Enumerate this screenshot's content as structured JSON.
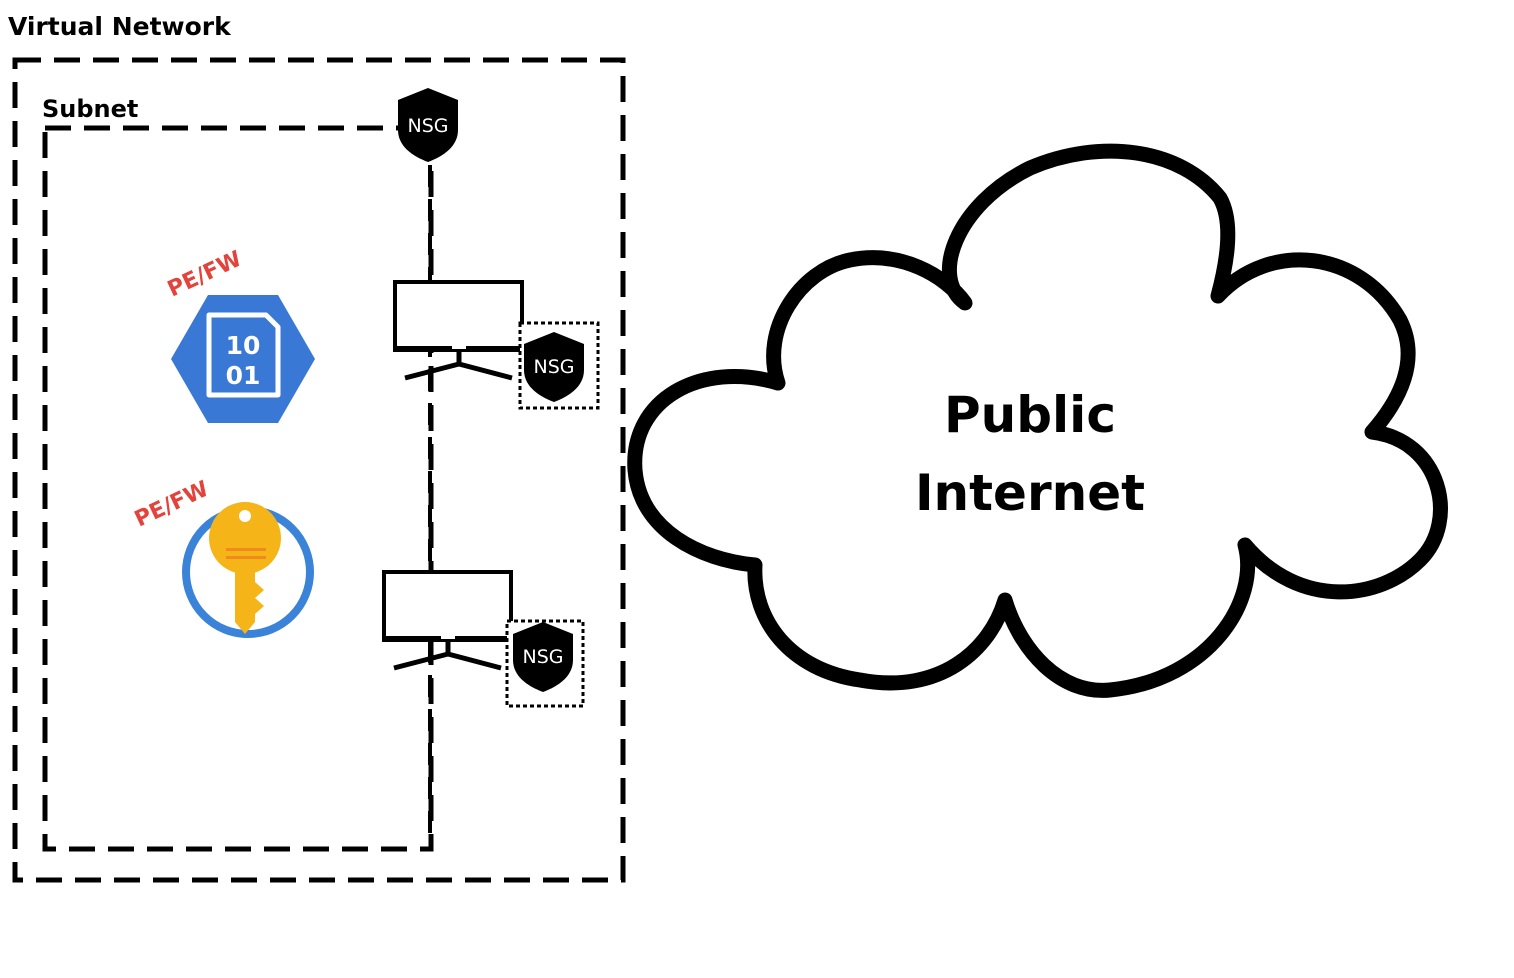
{
  "vnet": {
    "label": "Virtual Network"
  },
  "subnet": {
    "label": "Subnet"
  },
  "nsg_label": "NSG",
  "storage": {
    "icon": "azure-storage-blob-icon",
    "tag": "PE/FW",
    "glyph_line1": "10",
    "glyph_line2": "01"
  },
  "keyvault": {
    "icon": "azure-key-vault-icon",
    "tag": "PE/FW"
  },
  "vms": [
    {
      "icon": "monitor-icon",
      "nsg_label": "NSG"
    },
    {
      "icon": "monitor-icon",
      "nsg_label": "NSG"
    }
  ],
  "cloud": {
    "line1": "Public",
    "line2": "Internet"
  },
  "colors": {
    "pe_tag": "#e2433a",
    "storage_blue": "#3a78d6",
    "keyvault_ring": "#3a83d8",
    "keyvault_gold": "#f5b518",
    "stroke": "#000000"
  }
}
